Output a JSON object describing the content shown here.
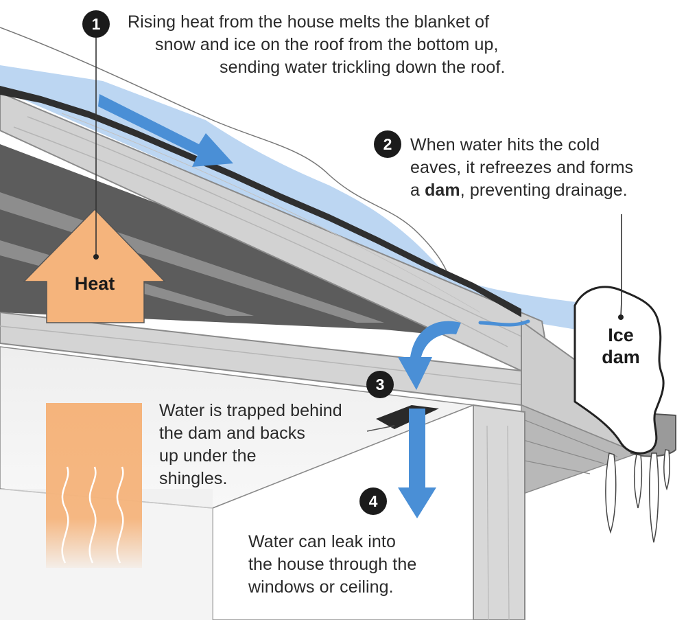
{
  "steps": [
    {
      "number": "1",
      "lines": [
        "Rising heat from the house melts the blanket of",
        "snow and ice on the roof from the bottom up,",
        "sending water trickling down the roof."
      ]
    },
    {
      "number": "2",
      "line1": "When water hits the cold",
      "line2": "eaves, it refreezes and forms",
      "line3_prefix": "a ",
      "line3_bold": "dam",
      "line3_suffix": ", preventing drainage."
    },
    {
      "number": "3",
      "lines": [
        "Water is trapped behind",
        "the dam and backs",
        "up under the",
        "shingles."
      ]
    },
    {
      "number": "4",
      "lines": [
        "Water can leak into",
        "the house through the",
        "windows or ceiling."
      ]
    }
  ],
  "labels": {
    "heat": "Heat",
    "ice_dam_line1": "Ice",
    "ice_dam_line2": "dam"
  },
  "colors": {
    "heat": "#f5b47c",
    "water_arrow": "#4a8fd6",
    "snow_water": "#bcd6f2",
    "wood": "#d2d2d2",
    "wood_dark": "#a9a9a9",
    "interior_dark": "#5c5c5c",
    "shingle": "#2f2f2f",
    "badge": "#1b1b1b"
  }
}
